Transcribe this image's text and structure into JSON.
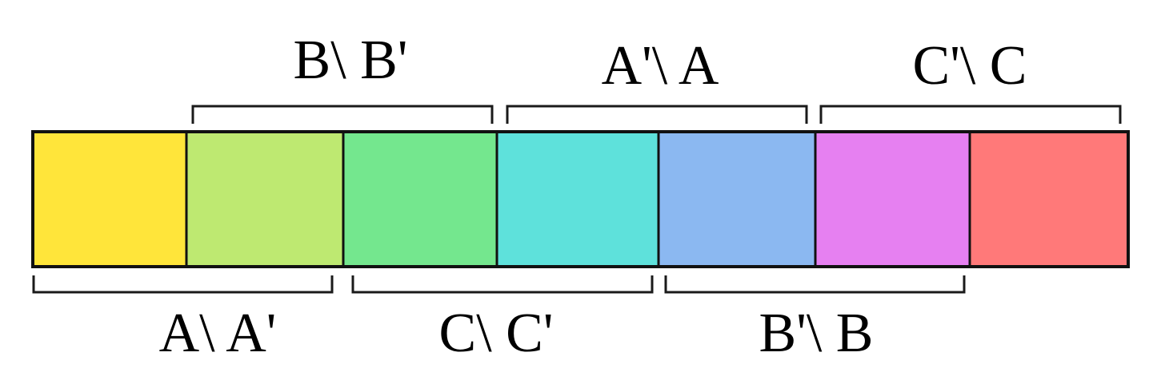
{
  "cells": [
    {
      "color": "#FFE53A"
    },
    {
      "color": "#BEE971"
    },
    {
      "color": "#74E78E"
    },
    {
      "color": "#5EE1DB"
    },
    {
      "color": "#8BB8F1"
    },
    {
      "color": "#E680F1"
    },
    {
      "color": "#FF7979"
    }
  ],
  "brackets": {
    "top": [
      {
        "label": "B\\ B'"
      },
      {
        "label": "A'\\ A"
      },
      {
        "label": "C'\\ C"
      }
    ],
    "bottom": [
      {
        "label": "A\\ A'"
      },
      {
        "label": "C\\ C'"
      },
      {
        "label": "B'\\ B"
      }
    ]
  }
}
